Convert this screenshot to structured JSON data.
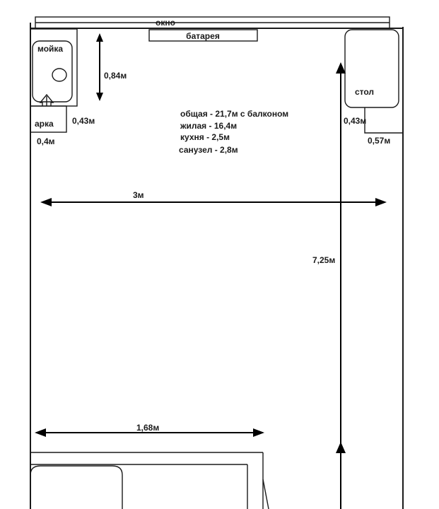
{
  "labels": {
    "window": "окно",
    "radiator": "батарея",
    "sink": "мойка",
    "arch": "арка",
    "table": "стол"
  },
  "dimensions": {
    "sink_depth": "0,84м",
    "arch_width_left": "0,43м",
    "arch_height": "0,4м",
    "table_gap": "0,43м",
    "table_width": "0,57м",
    "room_width": "3м",
    "room_length": "7,25м",
    "bathroom_width": "1,68м"
  },
  "areas": {
    "total": "общая - 21,7м с балконом",
    "living": "жилая - 16,4м",
    "kitchen": "кухня -  2,5м",
    "bathroom": "санузел - 2,8м"
  },
  "colors": {
    "lines": "#1a1a1a",
    "background": "#ffffff"
  },
  "icons": {
    "faucet": "faucet-icon"
  }
}
